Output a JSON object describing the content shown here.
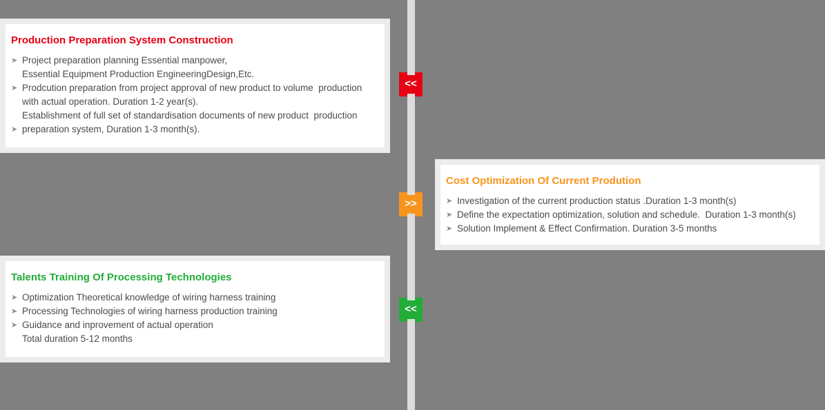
{
  "glyphs": {
    "bullet": "➤"
  },
  "colors": {
    "background": "#808080",
    "stripe": "#dcdcdc",
    "panel_border": "#ececec",
    "panel_bg": "#ffffff",
    "body_text": "#4a4a4a",
    "bullet_arrow": "#8c8c8c",
    "red_accent": "#e60012",
    "orange_accent": "#f7941d",
    "green_accent": "#22ac38"
  },
  "panels": [
    {
      "title": "Production Preparation System Construction",
      "title_color": "#e60012",
      "lines": [
        {
          "bullet": true,
          "text": "Project preparation planning Essential manpower,"
        },
        {
          "bullet": false,
          "text": "Essential Equipment Production EngineeringDesign,Etc."
        },
        {
          "bullet": true,
          "text": "Prodcution preparation from project approval of new product to volume  production"
        },
        {
          "bullet": false,
          "text": "with actual operation. Duration 1-2 year(s)."
        },
        {
          "bullet": false,
          "text": "Establishment of full set of standardisation documents of new product  production"
        },
        {
          "bullet": true,
          "text": "preparation system, Duration 1-3 month(s)."
        }
      ]
    },
    {
      "title": "Cost Optimization Of Current Prodution",
      "title_color": "#f7941d",
      "lines": [
        {
          "bullet": true,
          "text": "Investigation of the current production status .Duration 1-3 month(s)"
        },
        {
          "bullet": true,
          "text": "Define the expectation optimization, solution and schedule.  Duration 1-3 month(s)"
        },
        {
          "bullet": true,
          "text": "Solution Implement & Effect Confirmation. Duration 3-5 months"
        }
      ]
    },
    {
      "title": "Talents Training Of Processing Technologies",
      "title_color": "#22ac38",
      "lines": [
        {
          "bullet": true,
          "text": "Optimization Theoretical knowledge of wiring harness training"
        },
        {
          "bullet": true,
          "text": "Processing Technologies of wiring harness production training"
        },
        {
          "bullet": true,
          "text": "Guidance and inprovement of actual operation"
        },
        {
          "bullet": false,
          "text": "Total duration 5-12 months"
        }
      ]
    }
  ],
  "badges": [
    {
      "label": "<<",
      "color": "#e60012",
      "direction": "left"
    },
    {
      "label": ">>",
      "color": "#f7941d",
      "direction": "right"
    },
    {
      "label": "<<",
      "color": "#22ac38",
      "direction": "left"
    }
  ]
}
